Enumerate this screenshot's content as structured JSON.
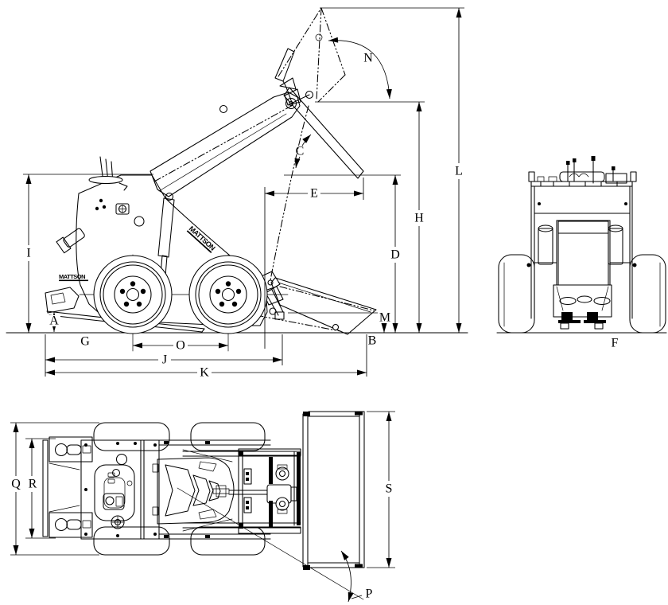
{
  "colors": {
    "ink": "#000000",
    "paper": "#ffffff"
  },
  "brand": {
    "logo_text": "MATTSON"
  },
  "dimensions": {
    "A": "A",
    "B": "B",
    "C": "C",
    "D": "D",
    "E": "E",
    "F": "F",
    "G": "G",
    "H": "H",
    "I": "I",
    "J": "J",
    "K": "K",
    "L": "L",
    "M": "M",
    "N": "N",
    "O": "O",
    "P": "P",
    "Q": "Q",
    "R": "R",
    "S": "S"
  }
}
